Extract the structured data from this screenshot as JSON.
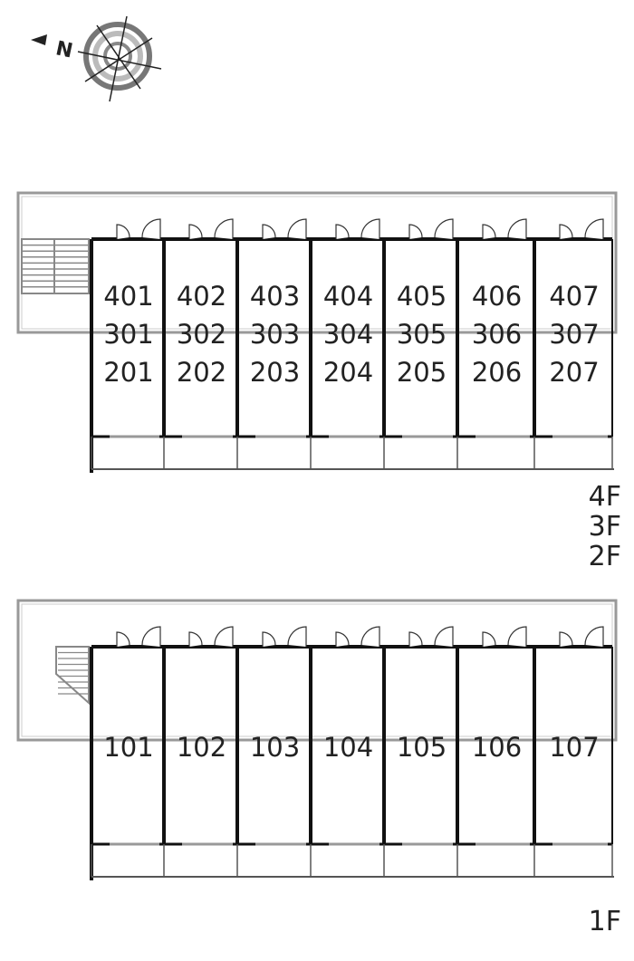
{
  "compass": {
    "label": "N",
    "icon": "compass-icon"
  },
  "upper_block": {
    "units": [
      [
        "401",
        "301",
        "201"
      ],
      [
        "402",
        "302",
        "202"
      ],
      [
        "403",
        "303",
        "203"
      ],
      [
        "404",
        "304",
        "204"
      ],
      [
        "405",
        "305",
        "205"
      ],
      [
        "406",
        "306",
        "206"
      ],
      [
        "407",
        "307",
        "207"
      ]
    ],
    "floors": [
      "4F",
      "3F",
      "2F"
    ]
  },
  "lower_block": {
    "units": [
      [
        "101"
      ],
      [
        "102"
      ],
      [
        "103"
      ],
      [
        "104"
      ],
      [
        "105"
      ],
      [
        "106"
      ],
      [
        "107"
      ]
    ],
    "floors": [
      "1F"
    ]
  },
  "colors": {
    "wall": "#111111",
    "corridor": "#999999",
    "stair": "#888888"
  }
}
